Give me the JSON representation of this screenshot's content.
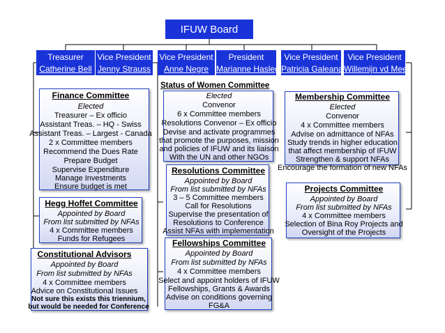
{
  "board": {
    "title": "IFUW Board"
  },
  "officers": [
    {
      "role": "Treasurer",
      "name": "Catherine Bell"
    },
    {
      "role": "Vice President",
      "name": "Jenny Strauss"
    },
    {
      "role": "Vice President",
      "name": "Anne Negre"
    },
    {
      "role": "President",
      "name": "Marianne Haslegrave"
    },
    {
      "role": "Vice President",
      "name": "Patricia Galeana"
    },
    {
      "role": "Vice President",
      "name": "Willemijn vd Mee"
    }
  ],
  "status_of_women": {
    "title": "Status of Women Committee"
  },
  "committees": {
    "finance": {
      "title": "Finance Committee",
      "lines": [
        "Elected",
        "Treasurer – Ex officio",
        "Assistant Treas. – HQ - Swiss",
        "Assistant Treas. – Largest - Canada",
        "2 x Committee members",
        "Recommend the Dues Rate",
        "Prepare Budget",
        "Supervise Expenditure",
        "Manage Investments",
        "Ensure budget is met"
      ]
    },
    "hegg_hoffet": {
      "title": "Hegg Hoffet Committee",
      "lines": [
        "Appointed by Board",
        "From list submitted by NFAs",
        "4 x Committee members",
        "Funds for Refugees"
      ]
    },
    "constitutional": {
      "title": "Constitutional Advisors",
      "lines": [
        "Appointed by Board",
        "From list submitted by NFAs",
        "4 x Committee members",
        "Advice on Constitutional Issues",
        "Not sure this exists this triennium,",
        "but would be needed for Conference"
      ]
    },
    "status_women": {
      "lines": [
        "Elected",
        "Convenor",
        "6 x Committee members",
        "Resolutions Convenor – Ex officio",
        "Devise and activate programmes",
        "that promote the purposes, mission",
        "and policies of IFUW and its liaison",
        "With the UN and other NGOs"
      ]
    },
    "resolutions": {
      "title": "Resolutions Committee",
      "lines": [
        "Appointed by Board",
        "From list submitted by NFAs",
        "3 – 5 Committee members",
        "Call for Resolutions",
        "Supervise the presentation of",
        "Resolutions to Conference",
        "Assist NFAs with implementation"
      ]
    },
    "fellowships": {
      "title": "Fellowships Committee",
      "lines": [
        "Appointed by Board",
        "From list submitted by NFAs",
        "4 x Committee members",
        "Select and appoint holders of IFUW",
        "Fellowships, Grants & Awards",
        "Advise on conditions governing",
        "FG&A"
      ]
    },
    "membership": {
      "title": "Membership Committee",
      "lines": [
        "Elected",
        "Convenor",
        "4 x Committee members",
        "Advise on admittance of NFAs",
        "Study trends in higher education",
        "that affect membership of IFUW",
        "Strengthen & support NFAs",
        "Encourage the formation of new NFAs"
      ]
    },
    "projects": {
      "title": "Projects Committee",
      "lines": [
        "Appointed by Board",
        "From list submitted by NFAs",
        "4 x Committee members",
        "Selection of Bina Roy Projects and",
        "Oversight of the Projects"
      ]
    }
  }
}
